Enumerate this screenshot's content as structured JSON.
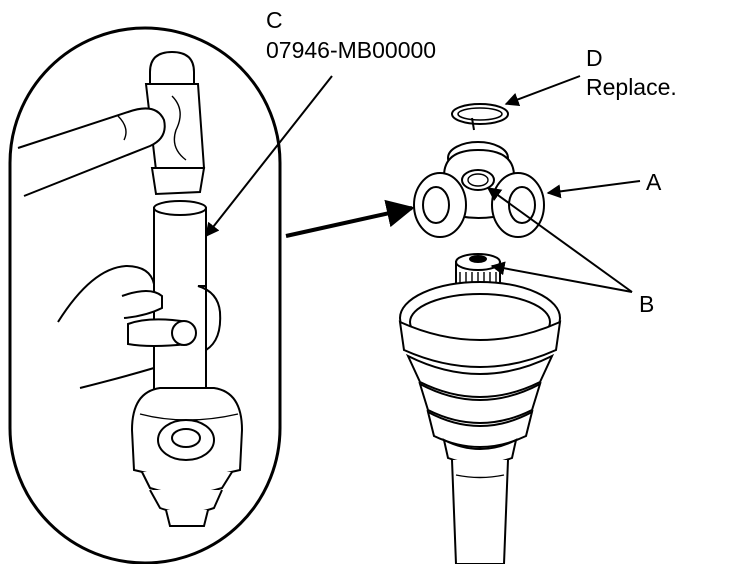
{
  "callouts": {
    "a": {
      "letter": "A"
    },
    "b": {
      "letter": "B"
    },
    "c": {
      "letter": "C",
      "part_number": "07946-MB00000"
    },
    "d": {
      "letter": "D",
      "note": "Replace."
    }
  },
  "colors": {
    "ink": "#000000",
    "background": "#ffffff"
  }
}
